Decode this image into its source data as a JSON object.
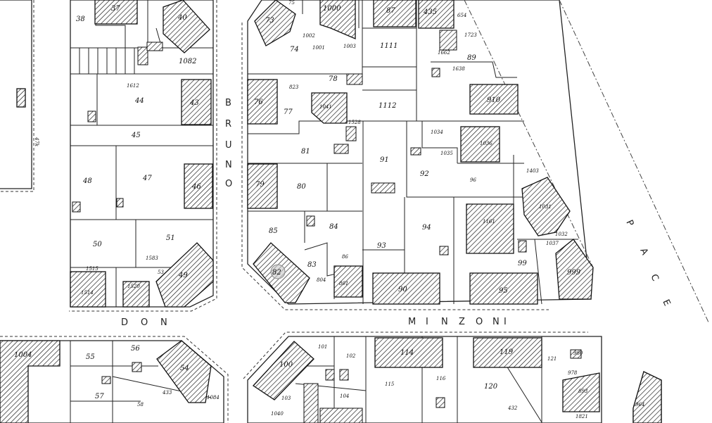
{
  "streets": {
    "bruno": [
      "B",
      "R",
      "U",
      "N",
      "O"
    ],
    "don": [
      "D",
      "O",
      "N"
    ],
    "minzoni": [
      "M",
      "I",
      "N",
      "Z",
      "O",
      "N",
      "I"
    ],
    "pace": [
      "P",
      "A",
      "C",
      "E"
    ]
  },
  "parcels": [
    "37",
    "40",
    "38",
    "75",
    "1000",
    "87",
    "435",
    "654",
    "73",
    "1723",
    "1662",
    "1002",
    "1001",
    "1003",
    "74",
    "1111",
    "89",
    "1638",
    "1082",
    "1612",
    "78",
    "44",
    "43",
    "76",
    "823",
    "77",
    "1041",
    "1112",
    "910",
    "1528",
    "45",
    "1034",
    "1036",
    "81",
    "1035",
    "1403",
    "91",
    "92",
    "96",
    "48",
    "47",
    "46",
    "79",
    "80",
    "1031",
    "1161",
    "1032",
    "51",
    "50",
    "85",
    "84",
    "94",
    "1037",
    "1583",
    "86",
    "93",
    "1515",
    "53",
    "49",
    "82",
    "83",
    "804",
    "801",
    "99",
    "999",
    "1514",
    "1520",
    "90",
    "95",
    "1004",
    "55",
    "56",
    "101",
    "102",
    "114",
    "119",
    "121",
    "980",
    "54",
    "100",
    "978",
    "115",
    "116",
    "120",
    "893",
    "57",
    "433",
    "58",
    "1084",
    "103",
    "104",
    "432",
    "964",
    "1040",
    "1821",
    "47k"
  ],
  "marker": {
    "label": "82"
  }
}
